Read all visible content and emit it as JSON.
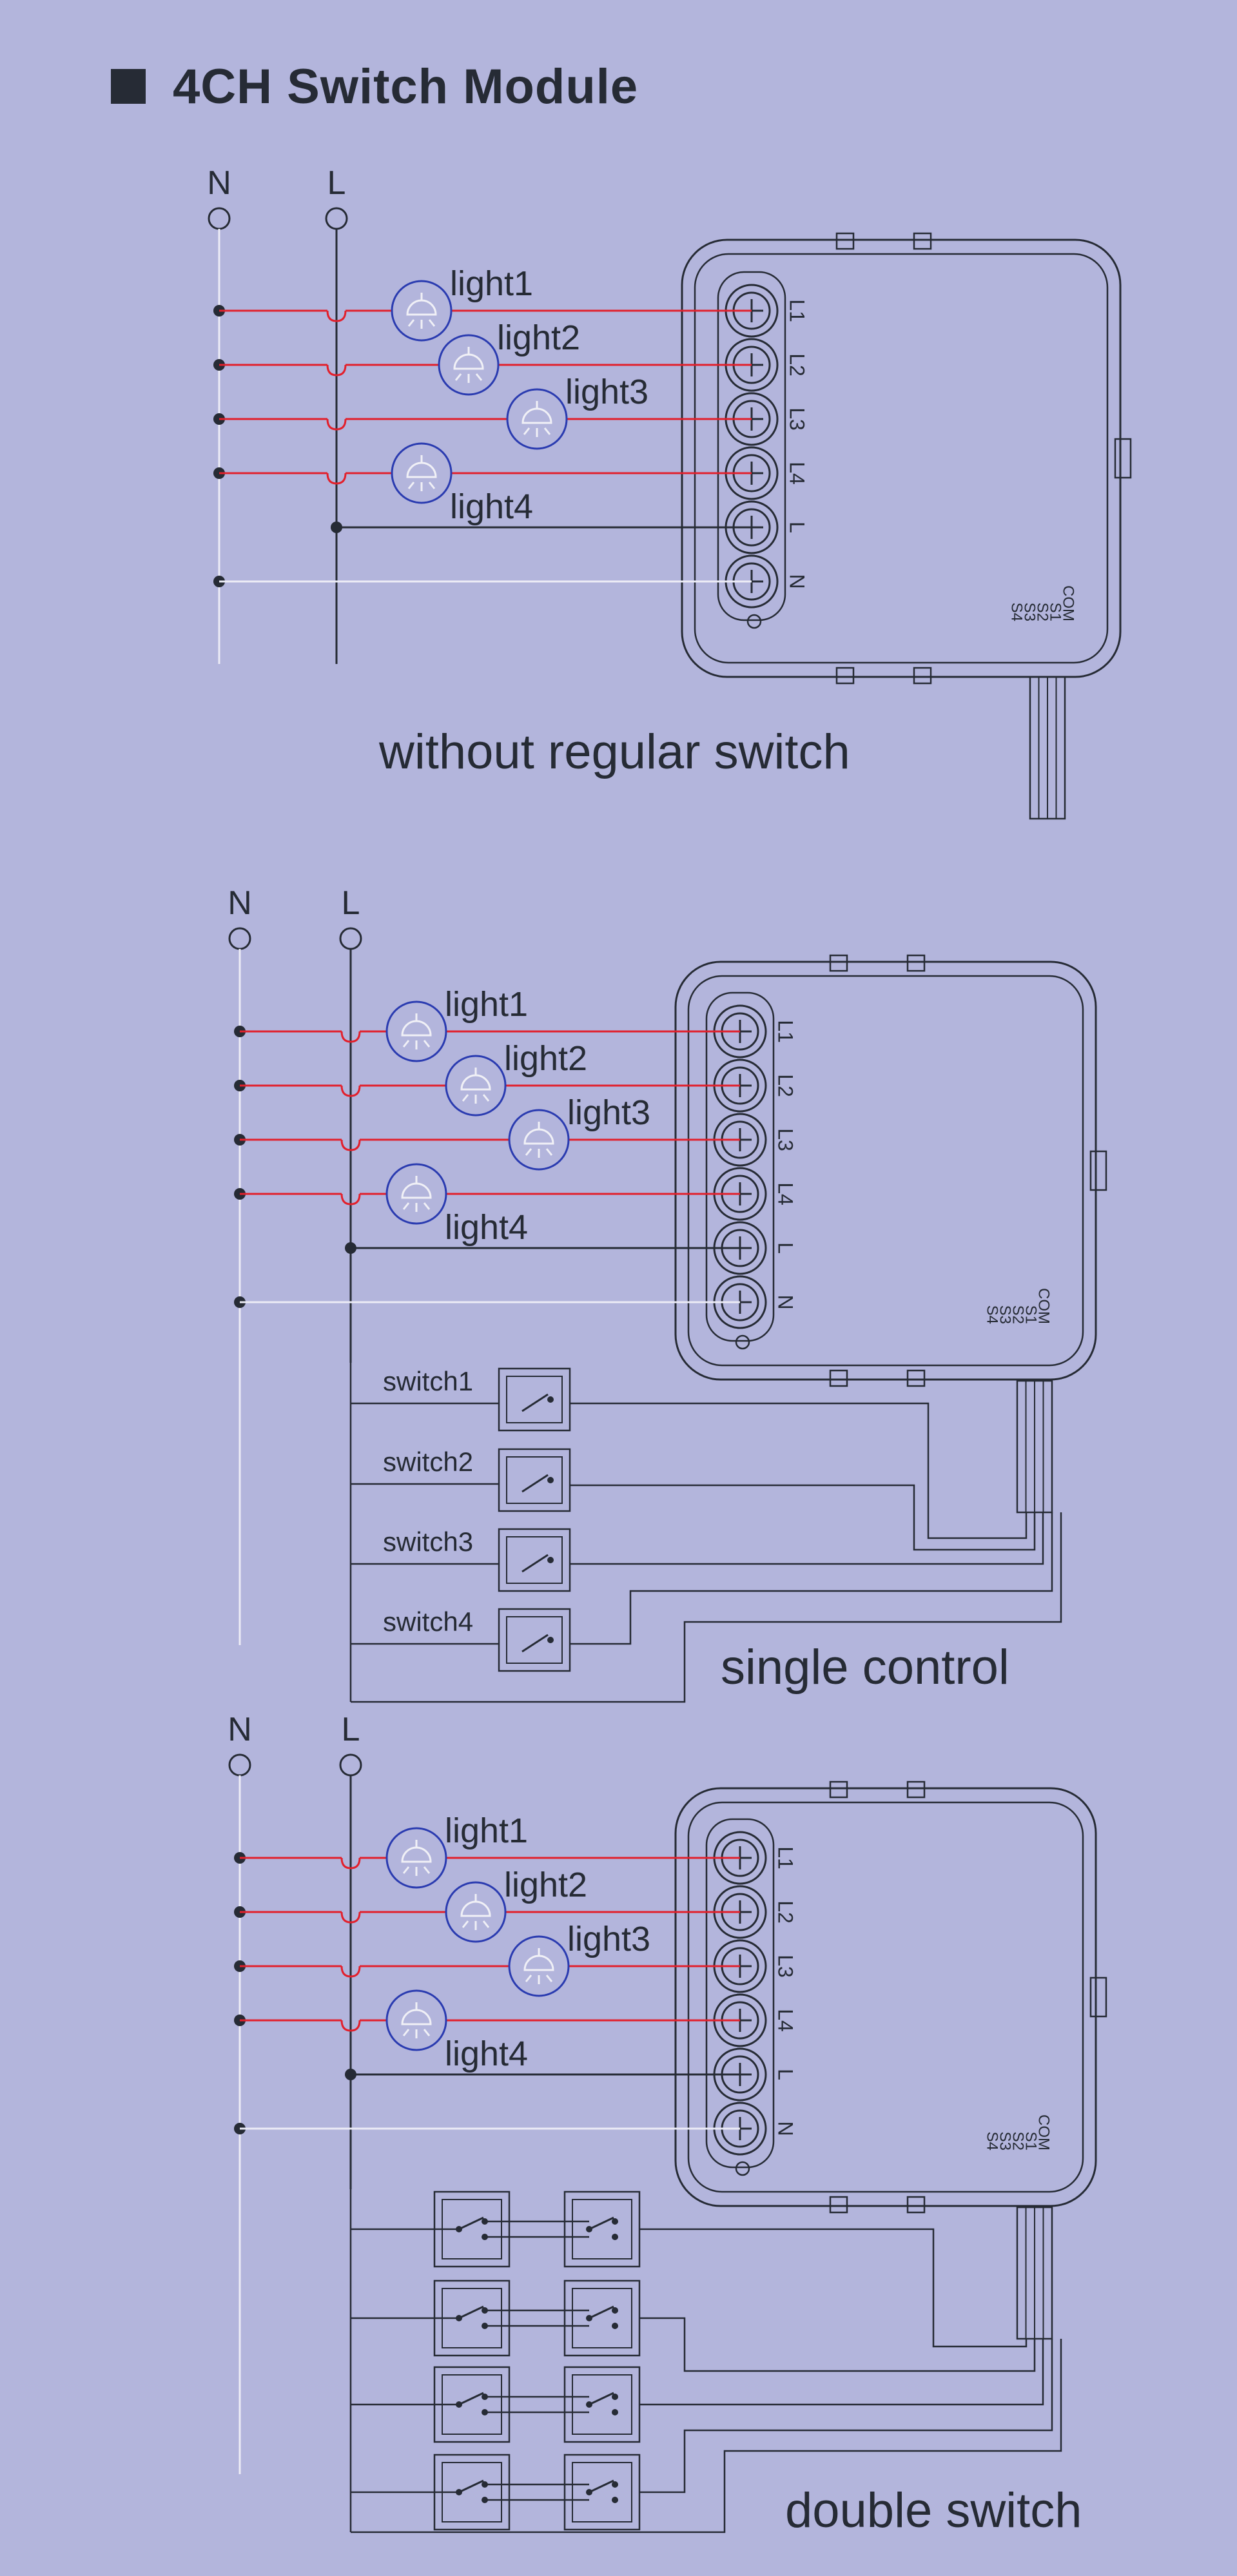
{
  "header": {
    "title": "4CH Switch Module"
  },
  "labels": {
    "neutral": "N",
    "live": "L",
    "lights": [
      "light1",
      "light2",
      "light3",
      "light4"
    ],
    "terminals": [
      "L1",
      "L2",
      "L3",
      "L4",
      "L",
      "N"
    ],
    "module_pins": [
      "COM",
      "S1",
      "S2",
      "S3",
      "S4"
    ],
    "switches": [
      "switch1",
      "switch2",
      "switch3",
      "switch4"
    ]
  },
  "sections": [
    {
      "caption": "without regular switch"
    },
    {
      "caption": "single control"
    },
    {
      "caption": "double switch"
    }
  ],
  "colors": {
    "background": "#b3b5dc",
    "line": "#262b35",
    "live_wire": "#e2202c",
    "neutral_wire": "#ececf6",
    "lamp": "#2a3bb0"
  }
}
